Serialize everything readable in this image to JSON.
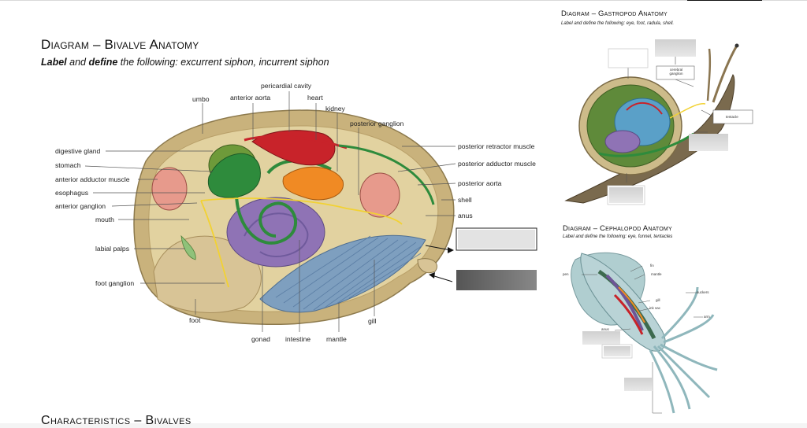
{
  "bivalve": {
    "title": "Diagram – Bivalve Anatomy",
    "instruction_prefix": "Label",
    "instruction_and": "and",
    "instruction_define": "define",
    "instruction_rest": "the following:  excurrent siphon, incurrent siphon",
    "labels": {
      "pericardial_cavity": "pericardial cavity",
      "umbo": "umbo",
      "anterior_aorta": "anterior aorta",
      "heart": "heart",
      "kidney": "kidney",
      "posterior_ganglion": "posterior ganglion",
      "digestive_gland": "digestive gland",
      "stomach": "stomach",
      "anterior_adductor_muscle": "anterior adductor muscle",
      "esophagus": "esophagus",
      "anterior_ganglion": "anterior ganglion",
      "mouth": "mouth",
      "labial_palps": "labial palps",
      "foot_ganglion": "foot ganglion",
      "foot": "foot",
      "gonad": "gonad",
      "intestine": "intestine",
      "mantle": "mantle",
      "gill": "gill",
      "posterior_retractor_muscle": "posterior retractor muscle",
      "posterior_adductor_muscle": "posterior adductor muscle",
      "posterior_aorta": "posterior aorta",
      "shell": "shell",
      "anus": "anus"
    }
  },
  "gastropod": {
    "title": "Diagram – Gastropod Anatomy",
    "instruction": "Label and define the following: eye, foot, radula, shell.",
    "labels": {
      "cerebral_ganglion": "cerebral ganglion",
      "tentacle": "tentacle"
    }
  },
  "cephalopod": {
    "title": "Diagram – Cephalopod Anatomy",
    "instruction": "Label and define the following:  eye, funnel, tentacles",
    "labels": {
      "fin": "fin",
      "pen": "pen",
      "mantle": "mantle",
      "suckers": "suckers",
      "gill": "gill",
      "ink_sac": "ink sac",
      "arm": "arm",
      "anus": "anus"
    }
  },
  "next_section": "Characteristics – Bivalves",
  "colors": {
    "shell": "#d9c38f",
    "stomach": "#2e8b3c",
    "heart": "#c8232a",
    "kidney": "#f08a24",
    "gonad": "#8f73b5",
    "gill": "#7e9fbf",
    "muscle": "#e79a8c",
    "nerve": "#f2d233"
  }
}
